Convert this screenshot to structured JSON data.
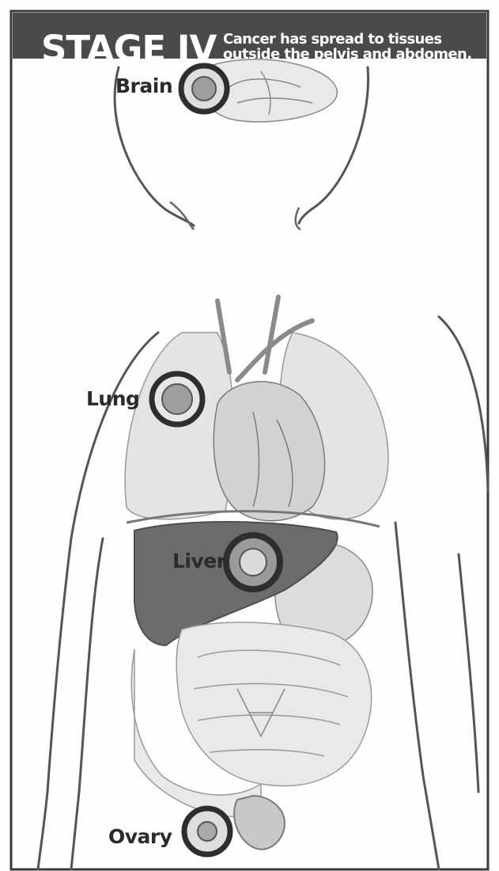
{
  "header": {
    "title": "STAGE IV",
    "description_lines": [
      "Cancer has spread to tissues",
      "outside the pelvis and abdomen."
    ]
  },
  "sites": [
    {
      "label": "Brain"
    },
    {
      "label": "Lung"
    },
    {
      "label": "Liver"
    },
    {
      "label": "Ovary"
    }
  ],
  "colors": {
    "header_bg": "#4a4a4a",
    "ring": "#2e2e2e",
    "liver": "#6c6c6c",
    "label_text": "#2b2b2b"
  }
}
